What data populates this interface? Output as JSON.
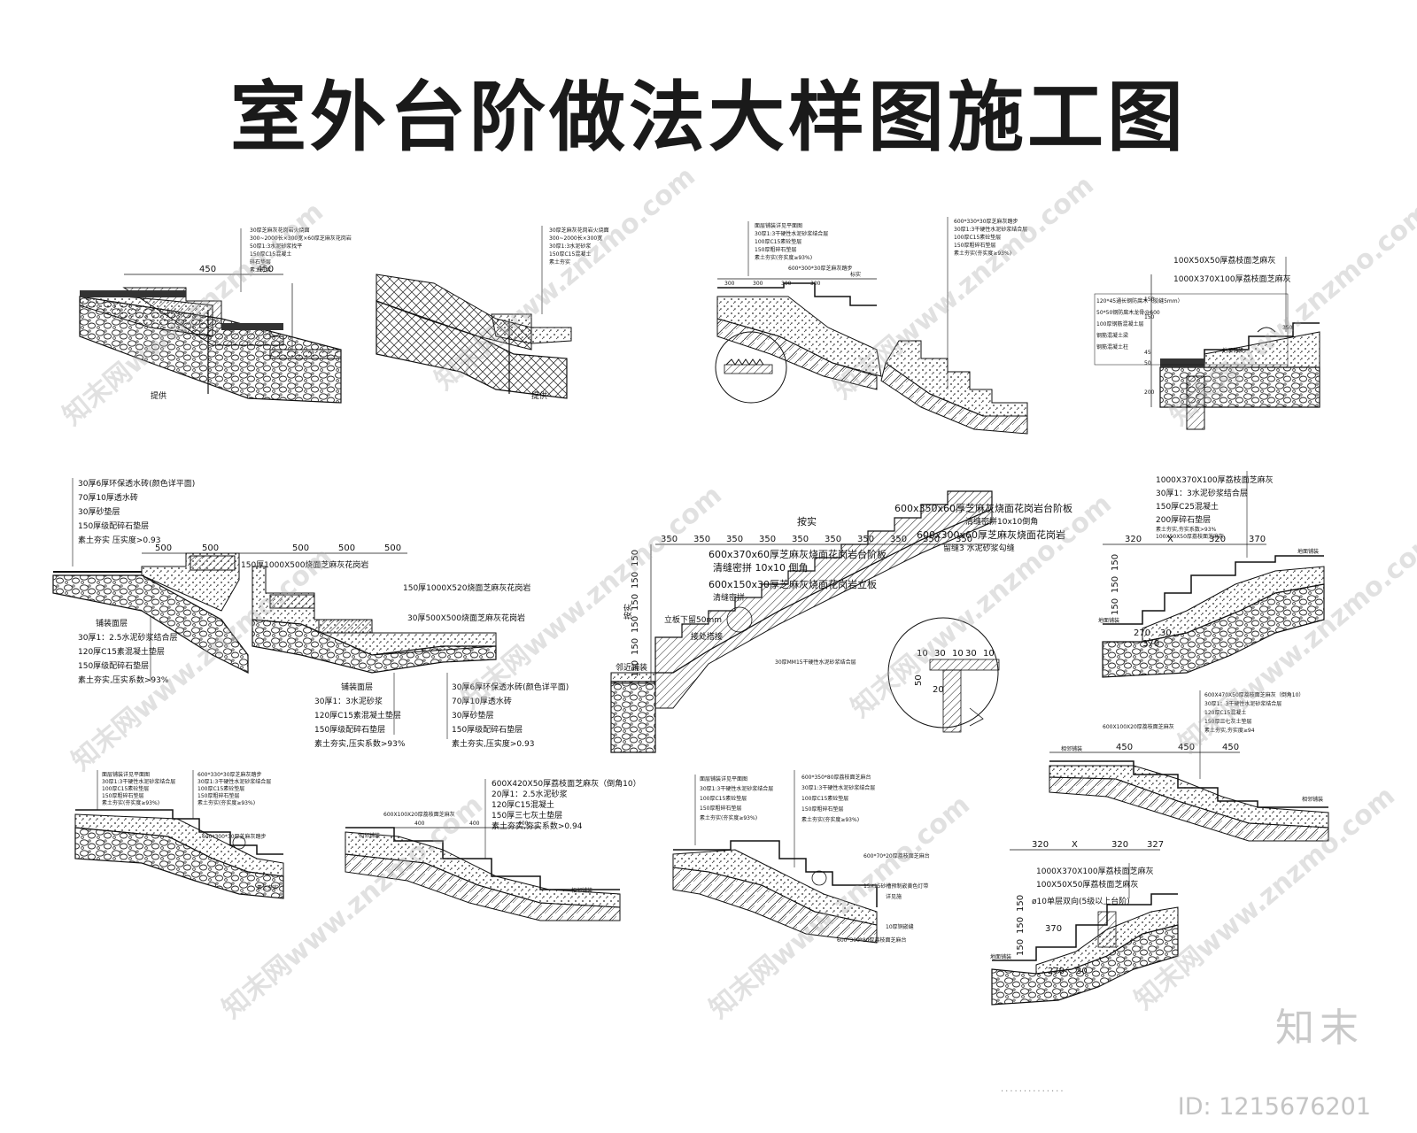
{
  "title": "室外台阶做法大样图施工图",
  "watermark_text": "知末网www.znzmo.com",
  "logo_text": "知末",
  "image_id": "ID: 1215676201",
  "dots": "..............",
  "d1": {
    "caption": "提供",
    "labels": [
      "30厚芝麻灰花岗岩火烧面",
      "300~2000长×300宽×60厚芝麻灰花岗岩",
      "50厚1:3水泥砂浆找平",
      "150厚C15混凝土",
      "碎石垫层",
      "素土夯实"
    ],
    "dims": [
      "450",
      "450"
    ]
  },
  "d2": {
    "caption": "提供",
    "labels": [
      "30厚芝麻灰花岗岩火烧面",
      "300~2000长×300宽",
      "30厚1:3水泥砂浆",
      "150厚C15混凝土",
      "素土夯实"
    ]
  },
  "d3": {
    "labels": [
      "面层铺装详见平面图",
      "30厚1:3干硬性水泥砂浆结合层",
      "100厚C15素砼垫层",
      "150厚粗碎石垫层",
      "素土夯实(夯实度≥93%)"
    ],
    "labels_r": [
      "600*330*30厚芝麻灰踏步",
      "30厚1:3干硬性水泥砂浆结合层",
      "100厚C15素砼垫层",
      "150厚粗碎石垫层",
      "素土夯实(夯实度≥93%)"
    ],
    "top": "600*300*30厚芝麻灰踏步",
    "dims": [
      "300",
      "300",
      "300",
      "300"
    ],
    "mid": "标实"
  },
  "d4": {
    "labels": [
      "100X50X50厚荔枝面芝麻灰",
      "1000X370X100厚荔枝面芝麻灰",
      "120*45通长钢防腐木（胶缝5mm）",
      "50*50钢防腐木龙骨@600",
      "100厚钢筋混凝土层",
      "钢筋混凝土梁",
      "钢筋混凝土柱"
    ],
    "ground": "地面铺装",
    "dims": [
      "350",
      "150",
      "150",
      "50",
      "45",
      "200"
    ]
  },
  "d5": {
    "labels": [
      "30厚6厚环保透水砖(颜色详平面)",
      "70厚10厚透水砖",
      "30厚砂垫层",
      "150厚级配碎石垫层",
      "素土夯实 压实度>0.93"
    ],
    "top": "150厚1000X500烧面芝麻灰花岗岩",
    "dims": [
      "500",
      "500",
      "500",
      "500",
      "500"
    ],
    "mid_r": "150厚1000X520烧面芝麻灰花岗岩",
    "mid_r2": "30厚500X500烧面芝麻灰花岗岩",
    "left_bottom": [
      "铺装面层",
      "30厚1：2.5水泥砂浆结合层",
      "120厚C15素混凝土垫层",
      "150厚级配碎石垫层",
      "素土夯实,压实系数>93%"
    ],
    "center_bottom": [
      "铺装面层",
      "30厚1：3水泥砂浆",
      "120厚C15素混凝土垫层",
      "150厚级配碎石垫层",
      "素土夯实,压实系数>93%"
    ],
    "right_bottom": [
      "30厚6厚环保透水砖(颜色详平面)",
      "70厚10厚透水砖",
      "30厚砂垫层",
      "150厚级配碎石垫层",
      "素土夯实,压实度>0.93"
    ]
  },
  "d6": {
    "top": "按实",
    "labels_r": [
      "600x350x60厚芝麻灰烧面花岗岩台阶板",
      "清缝密拼10x10倒角",
      "600x300x60厚芝麻灰烧面花岗岩",
      "留缝3 水泥砂浆勾缝"
    ],
    "labels_c": [
      "600x370x60厚芝麻灰烧面花岗岩台阶板",
      "清缝密拼 10x10 倒角",
      "600x150x30厚芝麻灰烧面花岗岩立板",
      "清缝密拼"
    ],
    "dims": [
      "350",
      "350",
      "350",
      "350",
      "350",
      "350",
      "350",
      "350",
      "350",
      "350"
    ],
    "vert": [
      "150",
      "150",
      "150",
      "150",
      "150",
      "150"
    ],
    "left": [
      "立板下留50mm",
      "接处搭接",
      "邻近铺装"
    ],
    "side": "按实",
    "detail": [
      "10",
      "30",
      "10",
      "30",
      "10",
      "50",
      "20"
    ],
    "note": "30厚MM15干硬性水泥砂浆结合层"
  },
  "d7": {
    "labels": [
      "1000X370X100厚荔枝面芝麻灰",
      "30厚1：3水泥砂浆结合层",
      "150厚C25混凝土",
      "200厚碎石垫层",
      "素土夯实,夯实系数>93%",
      "100X50X50厚荔枝面芝麻灰"
    ],
    "dims": [
      "320",
      "X",
      "320",
      "370"
    ],
    "ground": "地面铺装",
    "ground_l": "地面铺装",
    "dims2": [
      "270",
      "30",
      "370"
    ],
    "vert": [
      "150",
      "150",
      "150"
    ]
  },
  "d8": {
    "labels": [
      "600X470X50厚荔枝面芝麻灰（倒角10）",
      "30厚1：3干硬性水泥砂浆结合层",
      "120厚C15混凝土",
      "150厚三七灰土垫层",
      "素土夯实,夯实度≥94"
    ],
    "top": "600X100X20厚荔枝面芝麻灰",
    "dims": [
      "450",
      "450",
      "450"
    ],
    "left": "相邻铺装",
    "right": "相邻铺装"
  },
  "d9": {
    "labels": [
      "面层铺装详见平面图",
      "30厚1:3干硬性水泥砂浆结合层",
      "100厚C15素砼垫层",
      "150厚粗碎石垫层",
      "素土夯实(夯实度≥93%)"
    ],
    "labels_r": [
      "600*330*30厚芝麻灰踏步",
      "30厚1:3干硬性水泥砂浆结合层",
      "100厚C15素砼垫层",
      "150厚粗碎石垫层",
      "素土夯实(夯实度≥93%)"
    ],
    "mid": "600*300*30厚芝麻灰踏步",
    "bottom": "素土夯实"
  },
  "d10": {
    "labels": [
      "600X420X50厚荔枝面芝麻灰（倒角10）",
      "20厚1：2.5水泥砂浆",
      "120厚C15混凝土",
      "150厚三七灰土垫层",
      "素土夯实,夯实系数>0.94"
    ],
    "top": "600X100X20厚荔枝面芝麻灰",
    "dims": [
      "400",
      "400",
      "400"
    ],
    "left": "相邻铺装",
    "right": "相邻铺装"
  },
  "d11": {
    "labels": [
      "面层铺装详见平面图",
      "30厚1:3干硬性水泥砂浆结合层",
      "100厚C15素砼垫层",
      "150厚粗碎石垫层",
      "素土夯实(夯实度≥93%)"
    ],
    "labels_r": [
      "600*350*80厚荔枝面芝麻台",
      "30厚1:3干硬性水泥砂浆结合层",
      "100厚C15素砼垫层",
      "150厚粗碎石垫层",
      "素土夯实(夯实度≥93%)"
    ],
    "r1": "600*70*20厚荔枝面芝麻台",
    "r2": "15X15砂槽预制嵌黄色灯带",
    "r3": "详见施",
    "r4": "10厚铜嵌缝",
    "r5": "600*300*80厚荔枝面芝麻台"
  },
  "d12": {
    "labels": [
      "1000X370X100厚荔枝面芝麻灰",
      "100X50X50厚荔枝面芝麻灰",
      "ø10单层双向(5级以上台阶)"
    ],
    "dims": [
      "320",
      "X",
      "320",
      "327"
    ],
    "ground": "地面铺装",
    "dims2": [
      "370",
      "270",
      "30"
    ],
    "vert": [
      "150",
      "150",
      "150"
    ]
  }
}
